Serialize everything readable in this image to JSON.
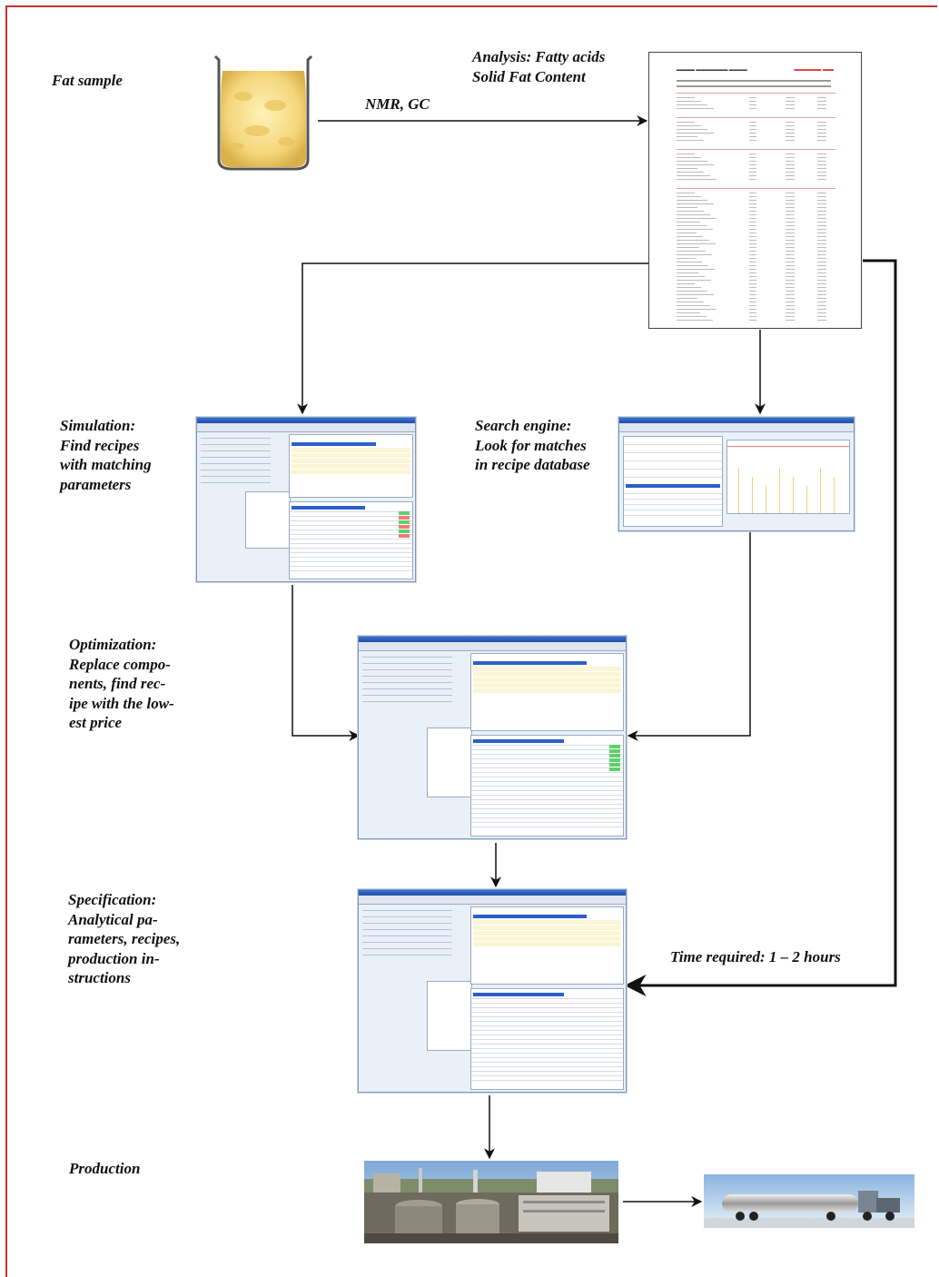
{
  "labels": {
    "fat_sample": "Fat sample",
    "analysis": "Analysis: Fatty acids\nSolid Fat Content",
    "method": "NMR, GC",
    "simulation": "Simulation:\nFind recipes\nwith matching\nparameters",
    "search_engine": "Search engine:\nLook for matches\nin recipe database",
    "optimization": "Optimization:\nReplace compo-\nnents, find rec-\nipe with the low-\nest price",
    "specification": "Specification:\nAnalytical pa-\nrameters, recipes,\nproduction in-\nstructions",
    "time_required": "Time required: 1 – 2 hours",
    "production": "Production"
  },
  "colors": {
    "frame": "#c03030",
    "arrow": "#111111",
    "window_title": "#2c5fc8",
    "highlight_green": "#5fd06a",
    "highlight_red": "#f07a7a",
    "report_accent": "#e03030"
  }
}
